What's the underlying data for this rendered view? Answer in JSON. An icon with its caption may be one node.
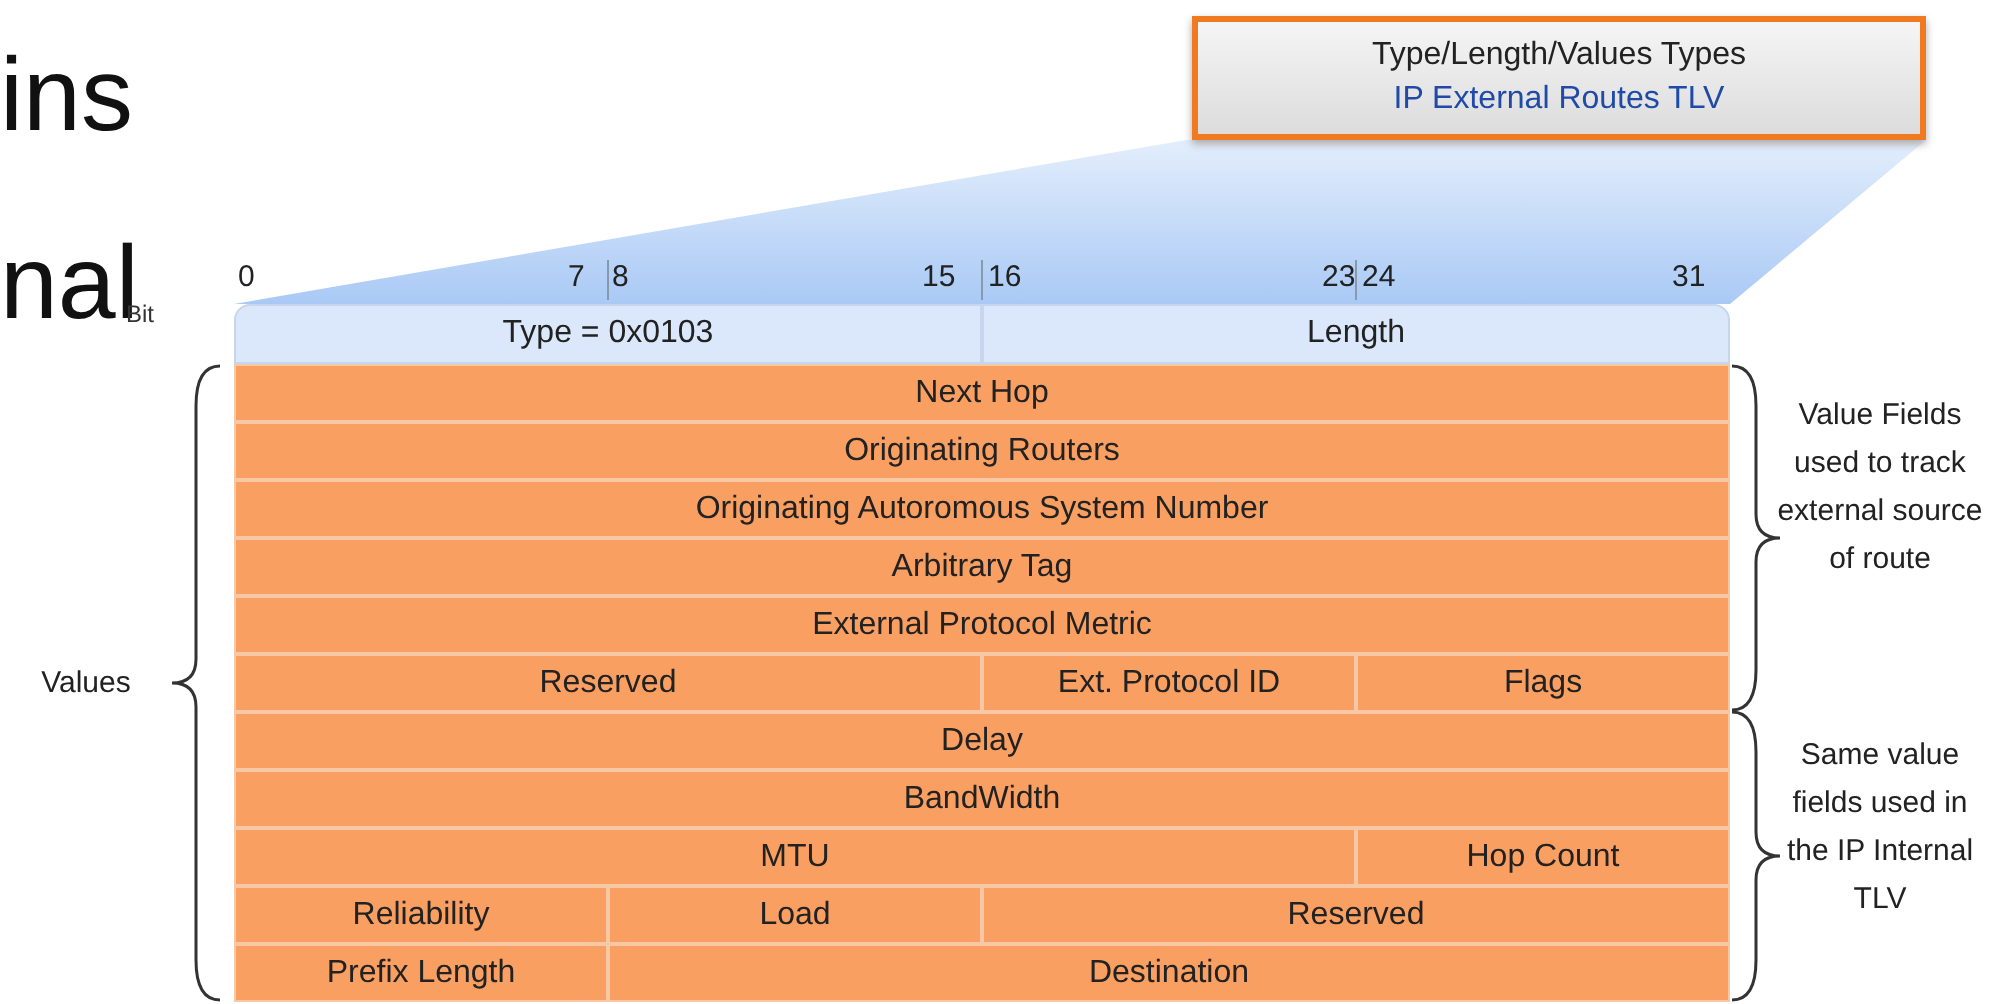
{
  "diagram": {
    "nodes": [
      {
        "text": [
          "Type/Length/Values Types",
          "IP External Routes TLV"
        ]
      }
    ],
    "labels": [
      "ins",
      "nal",
      "Bit",
      "0",
      "7",
      "8",
      "15",
      "16",
      "23",
      "24",
      "31",
      "Type = 0x0103",
      "Length",
      "Next Hop",
      "Originating Routers",
      "Originating Autoromous System Number",
      "Arbitrary Tag",
      "External Protocol Metric",
      "Reserved",
      "Ext. Protocol ID",
      "Flags",
      "Delay",
      "BandWidth",
      "MTU",
      "Hop Count",
      "Reliability",
      "Load",
      "Reserved",
      "Prefix Length",
      "Destination",
      "Values",
      "Value Fields used to track external source of route",
      "Same value fields used in the IP Internal TLV"
    ]
  }
}
